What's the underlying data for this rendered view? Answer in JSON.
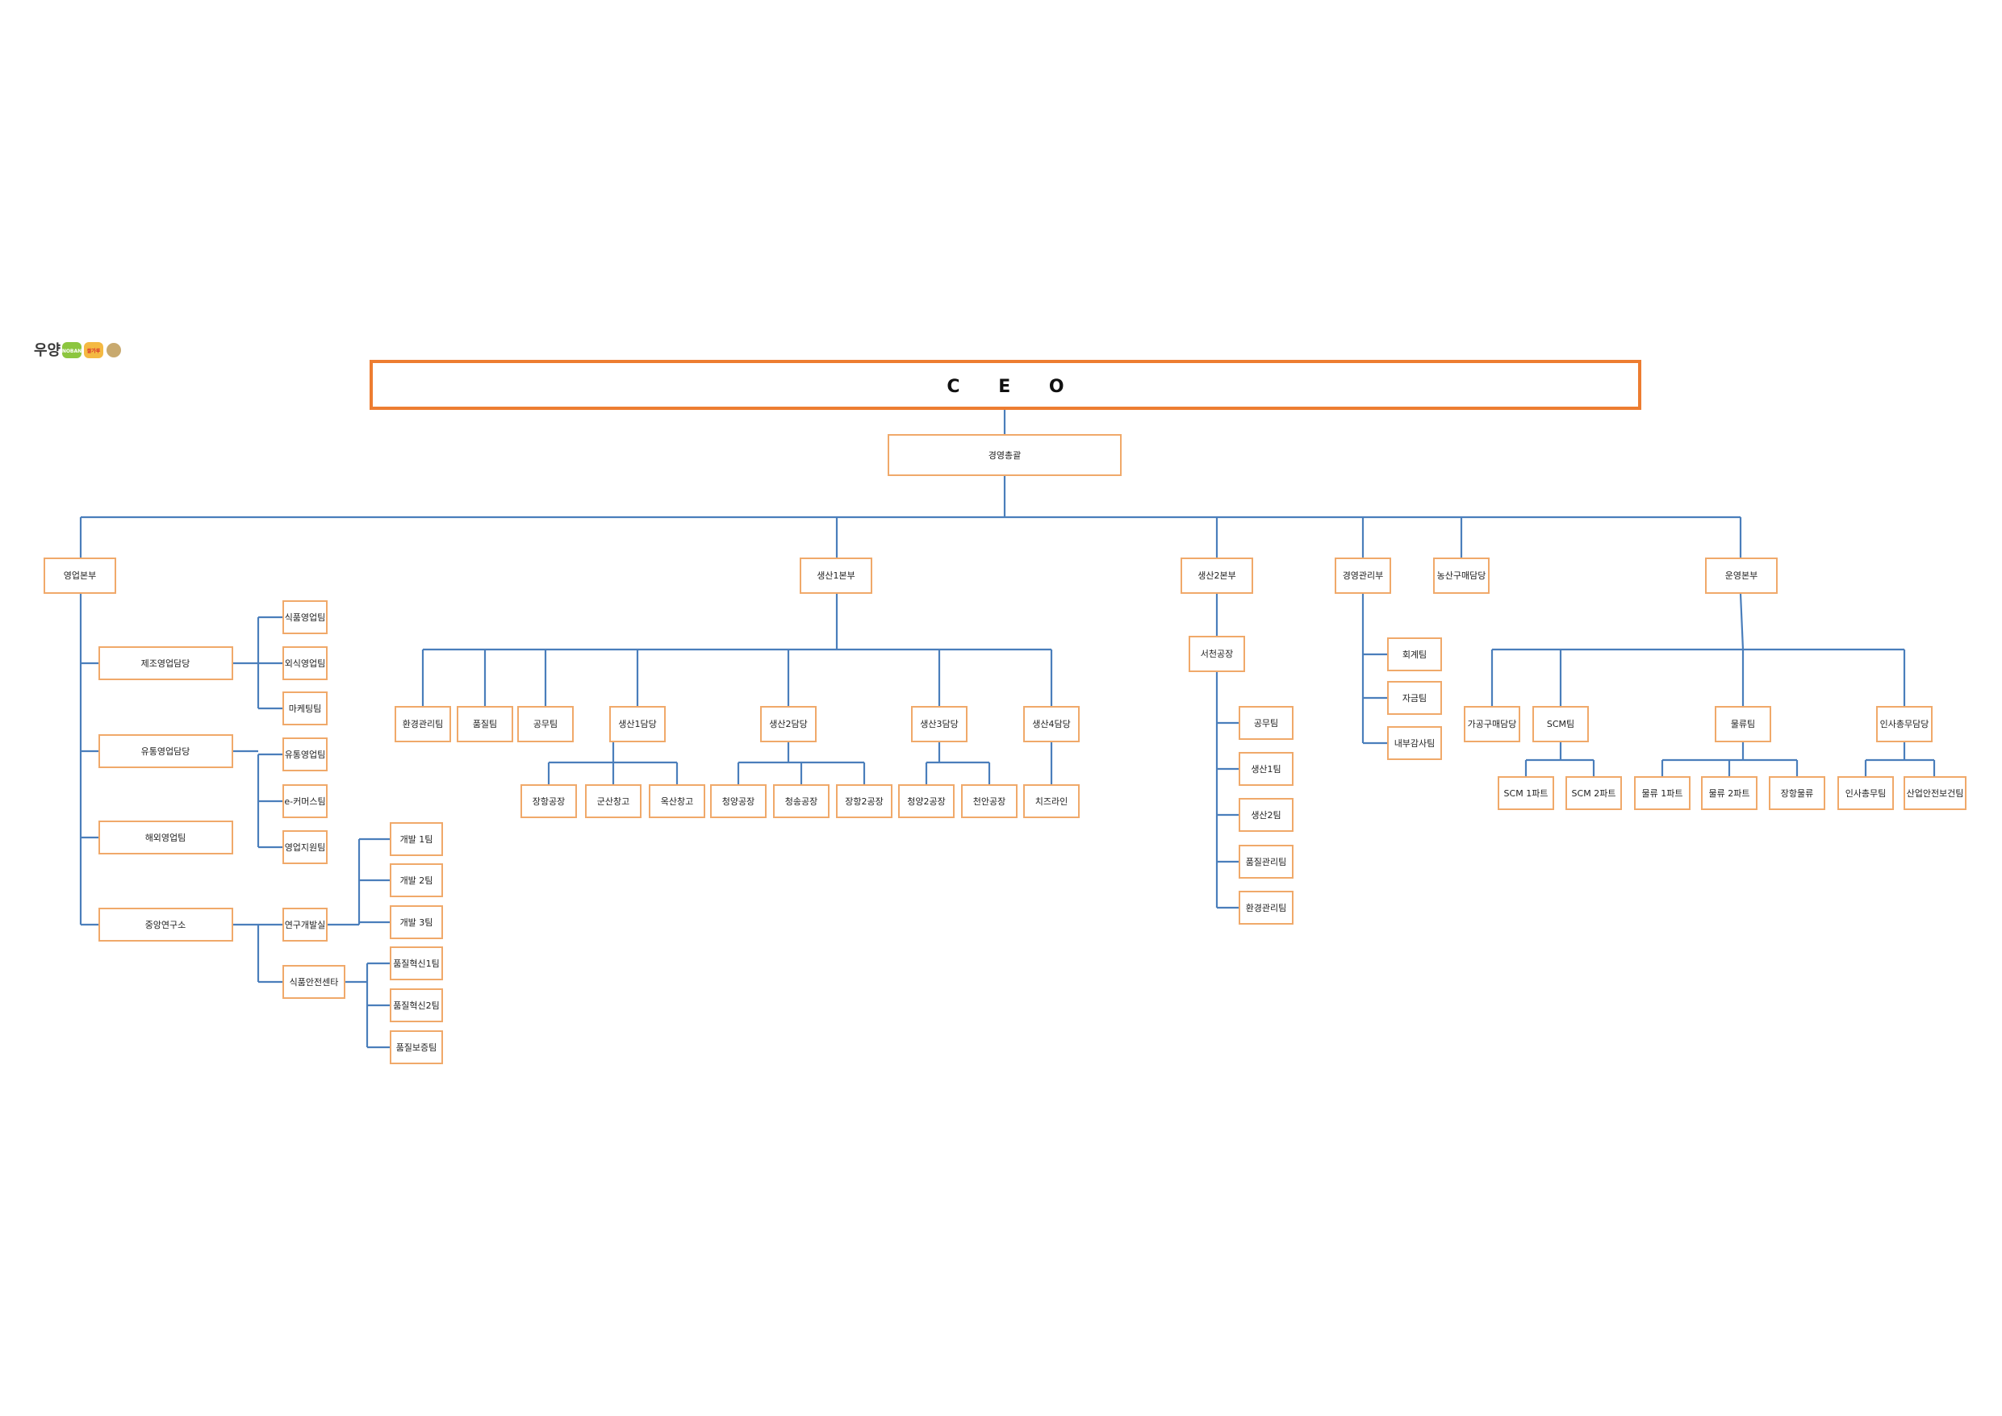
{
  "logo": {
    "brand": "우양",
    "badge_1": "NOBAN",
    "badge_2": "쌀가루"
  },
  "org": {
    "ceo": "C E O",
    "management": "경영총괄",
    "hq_sales": "영업본부",
    "hq_prod1": "생산1본부",
    "hq_prod2": "생산2본부",
    "hq_mgmt": "경영관리부",
    "hq_agri": "농산구매담당",
    "hq_ops": "운영본부",
    "sales": {
      "mfg_sales": "제조영업담당",
      "dist_sales": "유통영업담당",
      "overseas": "해외영업팀",
      "research": "중앙연구소",
      "food_sales": "식품영업팀",
      "dining_sales": "외식영업팀",
      "marketing": "마케팅팀",
      "dist_team": "유통영업팀",
      "ecommerce": "e-커머스팀",
      "sales_support": "영업지원팀",
      "rnd": "연구개발실",
      "food_safety": "식품안전센타",
      "dev1": "개발 1팀",
      "dev2": "개발 2팀",
      "dev3": "개발 3팀",
      "qi1": "품질혁신1팀",
      "qi2": "품질혁신2팀",
      "qa": "품질보증팀"
    },
    "prod1": {
      "env": "환경관리팀",
      "quality": "품질팀",
      "works": "공무팀",
      "p1": "생산1담당",
      "p2": "생산2담당",
      "p3": "생산3담당",
      "p4": "생산4담당",
      "p1_a": "장항공장",
      "p1_b": "군산창고",
      "p1_c": "옥산창고",
      "p2_a": "청양공장",
      "p2_b": "청송공장",
      "p2_c": "장항2공장",
      "p3_a": "청양2공장",
      "p3_b": "천안공장",
      "p4_a": "치즈라인"
    },
    "prod2": {
      "seocheon": "서천공장",
      "works": "공무팀",
      "team1": "생산1팀",
      "team2": "생산2팀",
      "qm": "품질관리팀",
      "env": "환경관리팀"
    },
    "mgmt": {
      "accounting": "회계팀",
      "finance": "자금팀",
      "audit": "내부감사팀"
    },
    "ops": {
      "processing": "가공구매담당",
      "scm": "SCM팀",
      "logistics": "물류팀",
      "hr": "인사총무담당",
      "scm1": "SCM 1파트",
      "scm2": "SCM 2파트",
      "log1": "물류 1파트",
      "log2": "물류 2파트",
      "log3": "장항물류",
      "hr1": "인사총무팀",
      "hr2": "산업안전보건팀"
    }
  },
  "colors": {
    "box_border": "#f0a96a",
    "ceo_border": "#ed7d31",
    "connector": "#4a7ebb"
  }
}
